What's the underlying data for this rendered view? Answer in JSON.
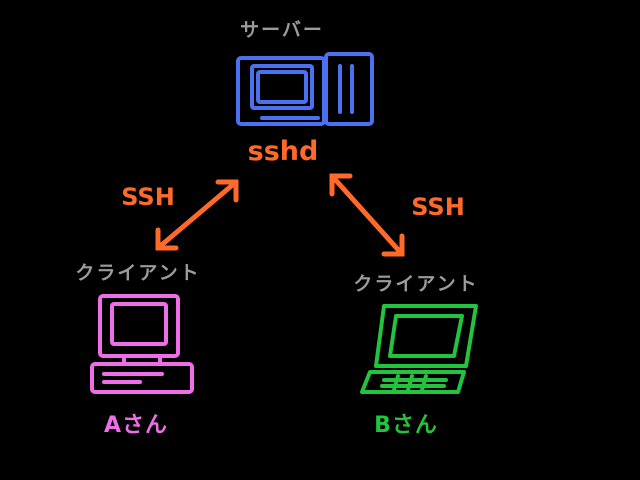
{
  "server": {
    "title": "サーバー",
    "daemon": "sshd"
  },
  "connections": [
    {
      "label": "SSH"
    },
    {
      "label": "SSH"
    }
  ],
  "clients": [
    {
      "role": "クライアント",
      "user": "Aさん",
      "device": "desktop-computer"
    },
    {
      "role": "クライアント",
      "user": "Bさん",
      "device": "laptop-computer"
    }
  ],
  "colors": {
    "background": "#000000",
    "server": "#4a72f0",
    "arrow": "#ff6a2b",
    "client_a": "#ee6ee8",
    "client_b": "#22c33d",
    "caption": "#9b9b9b"
  }
}
